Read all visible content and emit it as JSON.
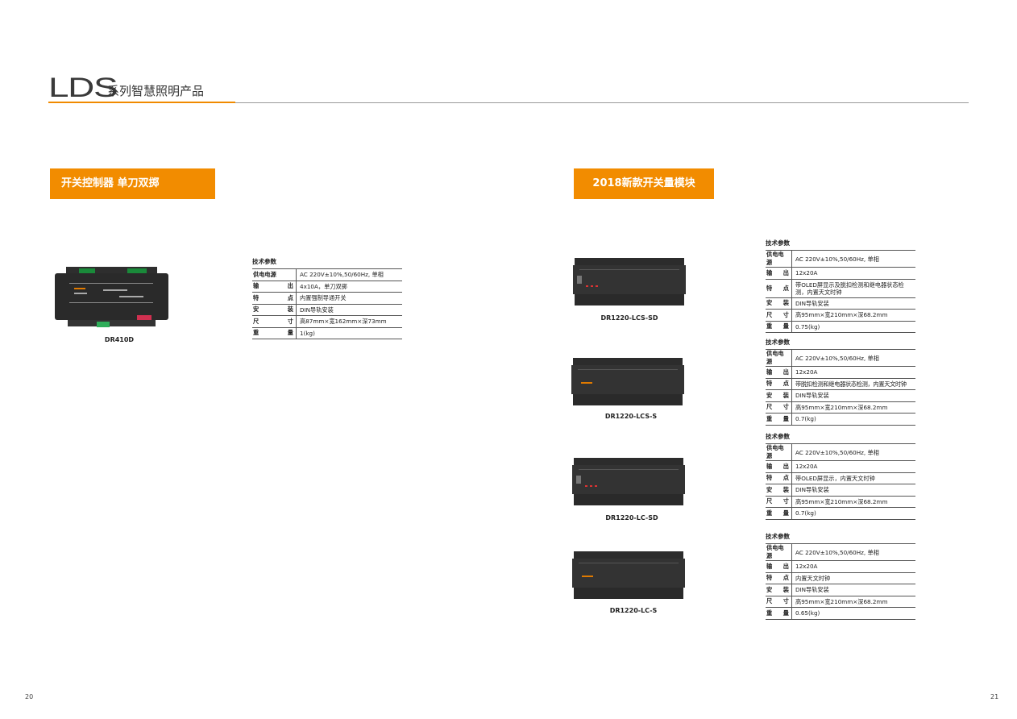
{
  "header": {
    "brand": "LDS",
    "subtitle": "系列智慧照明产品"
  },
  "section_left": {
    "title": "开关控制器  单刀双掷"
  },
  "section_right": {
    "title": "2018新款开关量模块"
  },
  "products": [
    {
      "model": "DR410D",
      "spec_title": "技术参数",
      "specs": [
        {
          "key": "供电电源",
          "k1": "供电电源",
          "k2": "",
          "value": "AC 220V±10%,50/60Hz, 单相"
        },
        {
          "key": "输出",
          "k1": "输",
          "k2": "出",
          "value": "4x10A，单刀双掷"
        },
        {
          "key": "特点",
          "k1": "特",
          "k2": "点",
          "value": "内置强制导通开关"
        },
        {
          "key": "安装",
          "k1": "安",
          "k2": "装",
          "value": "DIN导轨安装"
        },
        {
          "key": "尺寸",
          "k1": "尺",
          "k2": "寸",
          "value": "高87mm×宽162mm×深73mm"
        },
        {
          "key": "重量",
          "k1": "重",
          "k2": "量",
          "value": "1(kg)"
        }
      ]
    },
    {
      "model": "DR1220-LCS-SD",
      "spec_title": "技术参数",
      "specs": [
        {
          "key": "供电电源",
          "k1": "供电电源",
          "k2": "",
          "value": "AC 220V±10%,50/60Hz, 单相"
        },
        {
          "key": "输出",
          "k1": "输",
          "k2": "出",
          "value": "12x20A"
        },
        {
          "key": "特点",
          "k1": "特",
          "k2": "点",
          "value": "带OLED屏显示及脱扣检测和继电器状态检测，内置天文时钟"
        },
        {
          "key": "安装",
          "k1": "安",
          "k2": "装",
          "value": "DIN导轨安装"
        },
        {
          "key": "尺寸",
          "k1": "尺",
          "k2": "寸",
          "value": "高95mm×宽210mm×深68.2mm"
        },
        {
          "key": "重量",
          "k1": "重",
          "k2": "量",
          "value": "0.75(kg)"
        }
      ]
    },
    {
      "model": "DR1220-LCS-S",
      "spec_title": "技术参数",
      "specs": [
        {
          "key": "供电电源",
          "k1": "供电电源",
          "k2": "",
          "value": "AC 220V±10%,50/60Hz, 单相"
        },
        {
          "key": "输出",
          "k1": "输",
          "k2": "出",
          "value": "12x20A"
        },
        {
          "key": "特点",
          "k1": "特",
          "k2": "点",
          "value": "带脱扣检测和继电器状态检测，内置天文时钟"
        },
        {
          "key": "安装",
          "k1": "安",
          "k2": "装",
          "value": "DIN导轨安装"
        },
        {
          "key": "尺寸",
          "k1": "尺",
          "k2": "寸",
          "value": "高95mm×宽210mm×深68.2mm"
        },
        {
          "key": "重量",
          "k1": "重",
          "k2": "量",
          "value": "0.7(kg)"
        }
      ]
    },
    {
      "model": "DR1220-LC-SD",
      "spec_title": "技术参数",
      "specs": [
        {
          "key": "供电电源",
          "k1": "供电电源",
          "k2": "",
          "value": "AC 220V±10%,50/60Hz, 单相"
        },
        {
          "key": "输出",
          "k1": "输",
          "k2": "出",
          "value": "12x20A"
        },
        {
          "key": "特点",
          "k1": "特",
          "k2": "点",
          "value": "带OLED屏显示，内置天文时钟"
        },
        {
          "key": "安装",
          "k1": "安",
          "k2": "装",
          "value": "DIN导轨安装"
        },
        {
          "key": "尺寸",
          "k1": "尺",
          "k2": "寸",
          "value": "高95mm×宽210mm×深68.2mm"
        },
        {
          "key": "重量",
          "k1": "重",
          "k2": "量",
          "value": "0.7(kg)"
        }
      ]
    },
    {
      "model": "DR1220-LC-S",
      "spec_title": "技术参数",
      "specs": [
        {
          "key": "供电电源",
          "k1": "供电电源",
          "k2": "",
          "value": "AC 220V±10%,50/60Hz, 单相"
        },
        {
          "key": "输出",
          "k1": "输",
          "k2": "出",
          "value": "12x20A"
        },
        {
          "key": "特点",
          "k1": "特",
          "k2": "点",
          "value": "内置天文时钟"
        },
        {
          "key": "安装",
          "k1": "安",
          "k2": "装",
          "value": "DIN导轨安装"
        },
        {
          "key": "尺寸",
          "k1": "尺",
          "k2": "寸",
          "value": "高95mm×宽210mm×深68.2mm"
        },
        {
          "key": "重量",
          "k1": "重",
          "k2": "量",
          "value": "0.65(kg)"
        }
      ]
    }
  ],
  "page_numbers": {
    "left": "20",
    "right": "21"
  },
  "colors": {
    "accent": "#f28c00",
    "rule": "#9a9a9a",
    "device": "#2b2b2b"
  }
}
